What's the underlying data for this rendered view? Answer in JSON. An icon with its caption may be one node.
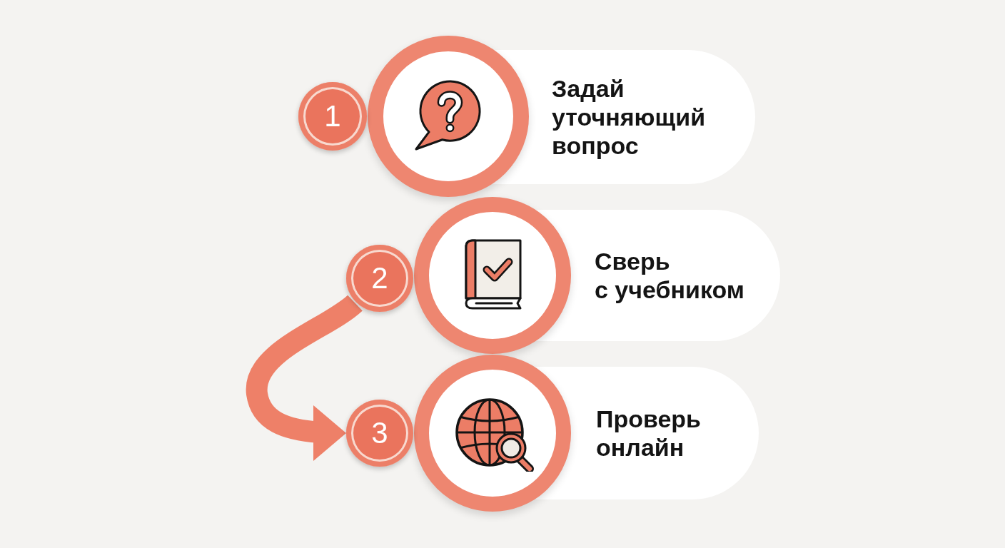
{
  "diagram": {
    "nodes": [
      {
        "text": [
          "1"
        ]
      },
      {
        "text": [],
        "shape": "circle"
      },
      {
        "text": [
          "Задай уточняющий вопрос"
        ]
      },
      {
        "text": [
          "2"
        ]
      },
      {
        "text": [],
        "shape": "circle"
      },
      {
        "text": [
          "Сверь с учебником"
        ]
      },
      {
        "text": [
          "3"
        ]
      },
      {
        "text": [],
        "shape": "circle"
      },
      {
        "text": [
          "Проверь онлайн"
        ]
      }
    ],
    "edges": [
      {
        "from": 3,
        "to": 6,
        "arrow": "to"
      }
    ]
  }
}
